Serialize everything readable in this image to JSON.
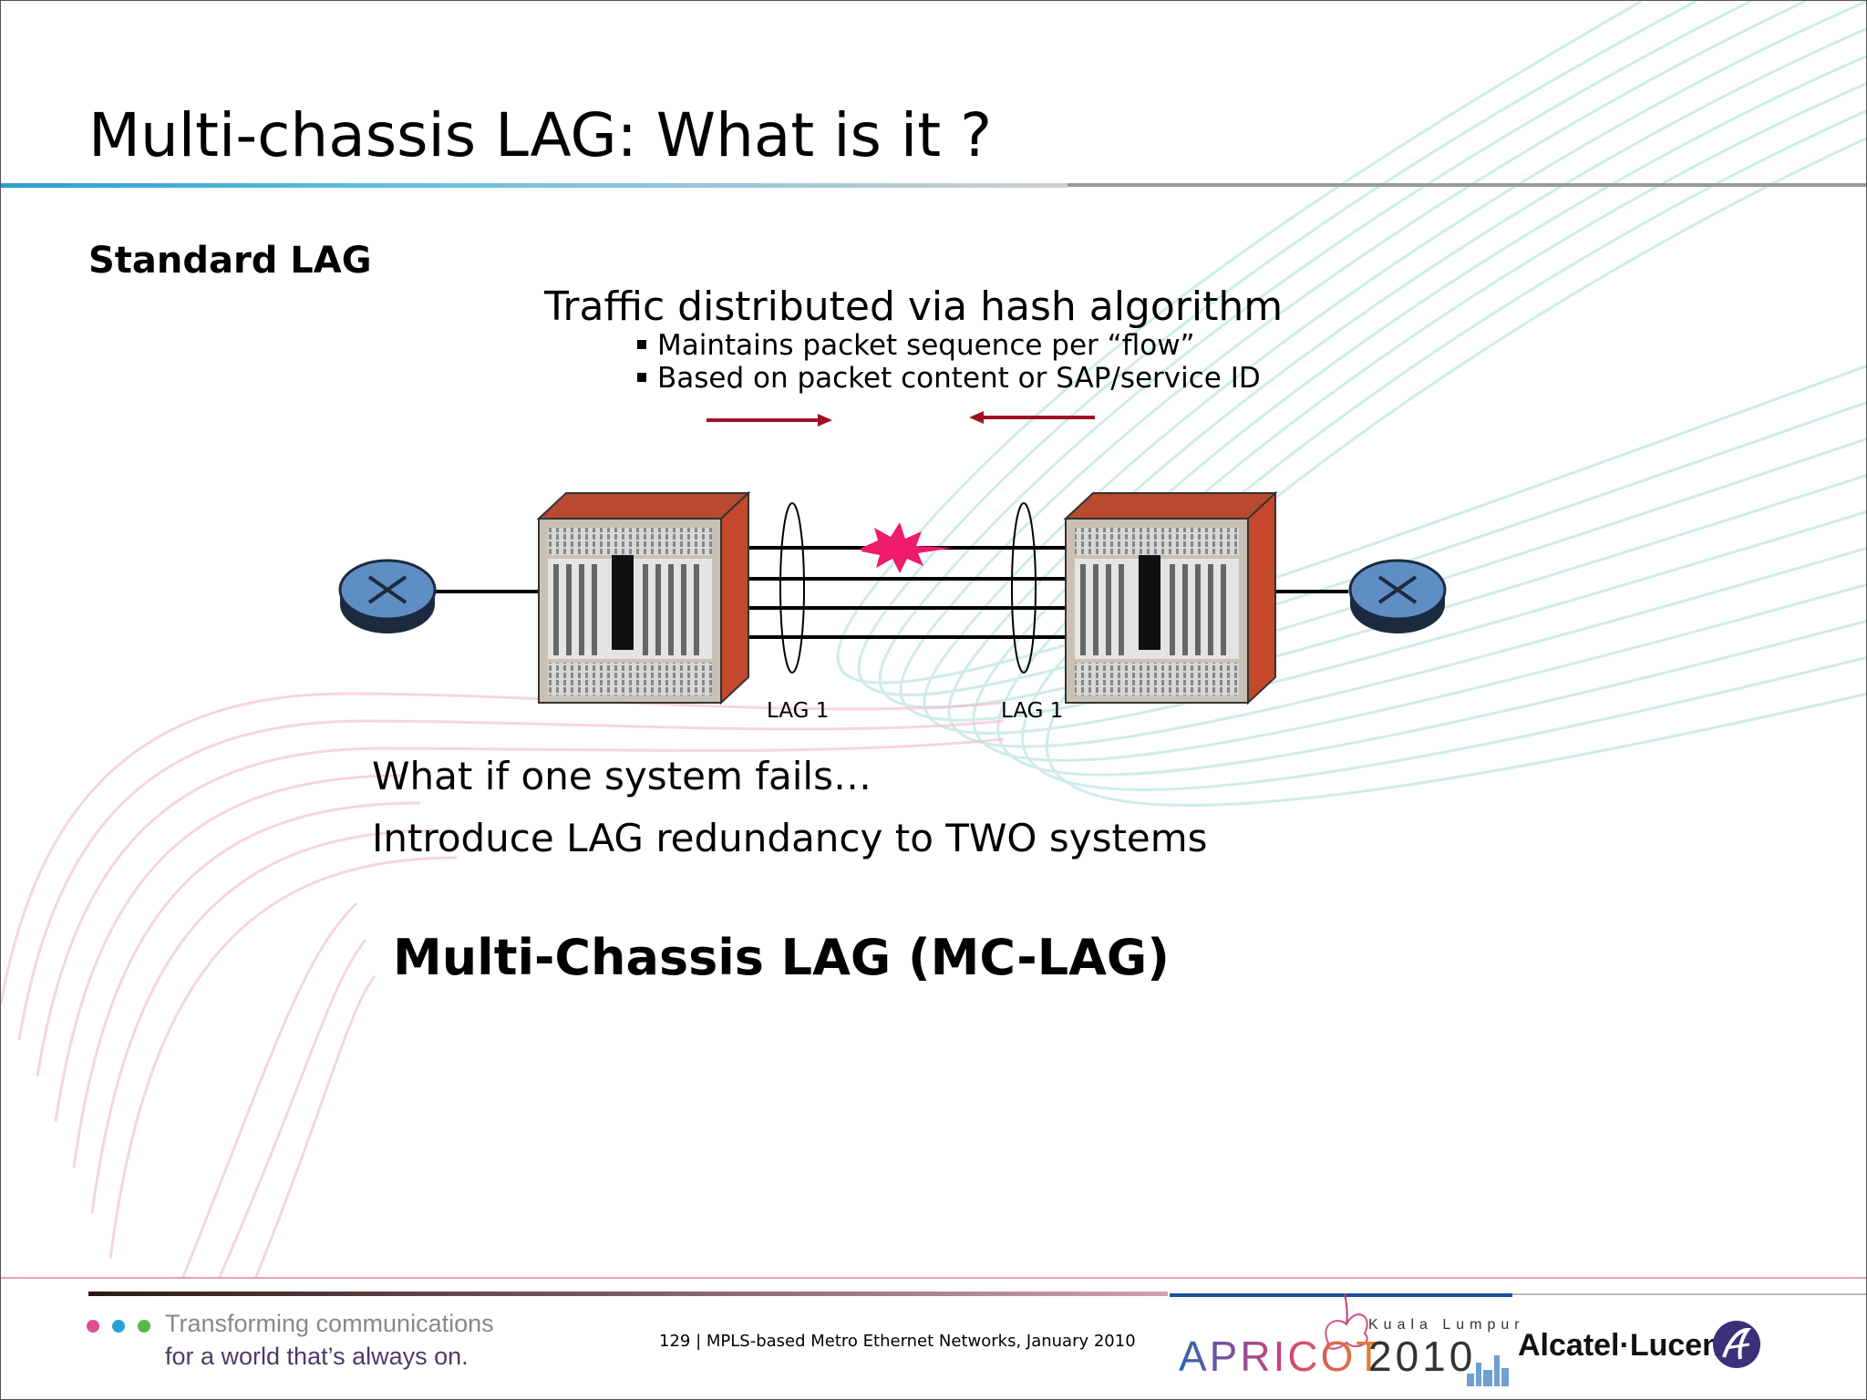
{
  "slide": {
    "title": "Multi-chassis LAG: What is it ?",
    "section_heading": "Standard LAG",
    "traffic_heading": "Traffic distributed via hash algorithm",
    "bullets": [
      "Maintains packet sequence per “flow”",
      "Based on packet content or SAP/service ID"
    ],
    "lag_labels": [
      "LAG 1",
      "LAG 1"
    ],
    "questions": [
      "What if one system fails…",
      "Introduce LAG redundancy to TWO systems"
    ],
    "conclusion": "Multi-Chassis LAG (MC-LAG)"
  },
  "footer": {
    "slide_info": "129 | MPLS-based Metro Ethernet Networks, January 2010",
    "tagline": [
      "Transforming communications",
      "for a world that’s always on."
    ],
    "conference_city": "Kuala Lumpur",
    "conference_name": "APRICOT",
    "conference_year": "2010",
    "brand": "Alcatel·Lucent"
  },
  "colors": {
    "arrow": "#a0102a",
    "failure_burst": "#ee1a6a",
    "chassis_top": "#b84a30",
    "chassis_side": "#c4482c",
    "router": "#5e8ec4",
    "accent_blue": "#2aa0d2",
    "accent_pink": "#e0809c",
    "dot_colors": [
      "#e04f8f",
      "#2aa0d2",
      "#58b84a"
    ]
  },
  "icons": {
    "routers": [
      "router-icon",
      "router-icon"
    ],
    "chassis": [
      "chassis-icon",
      "chassis-icon"
    ],
    "failure": "failure-burst-icon"
  }
}
